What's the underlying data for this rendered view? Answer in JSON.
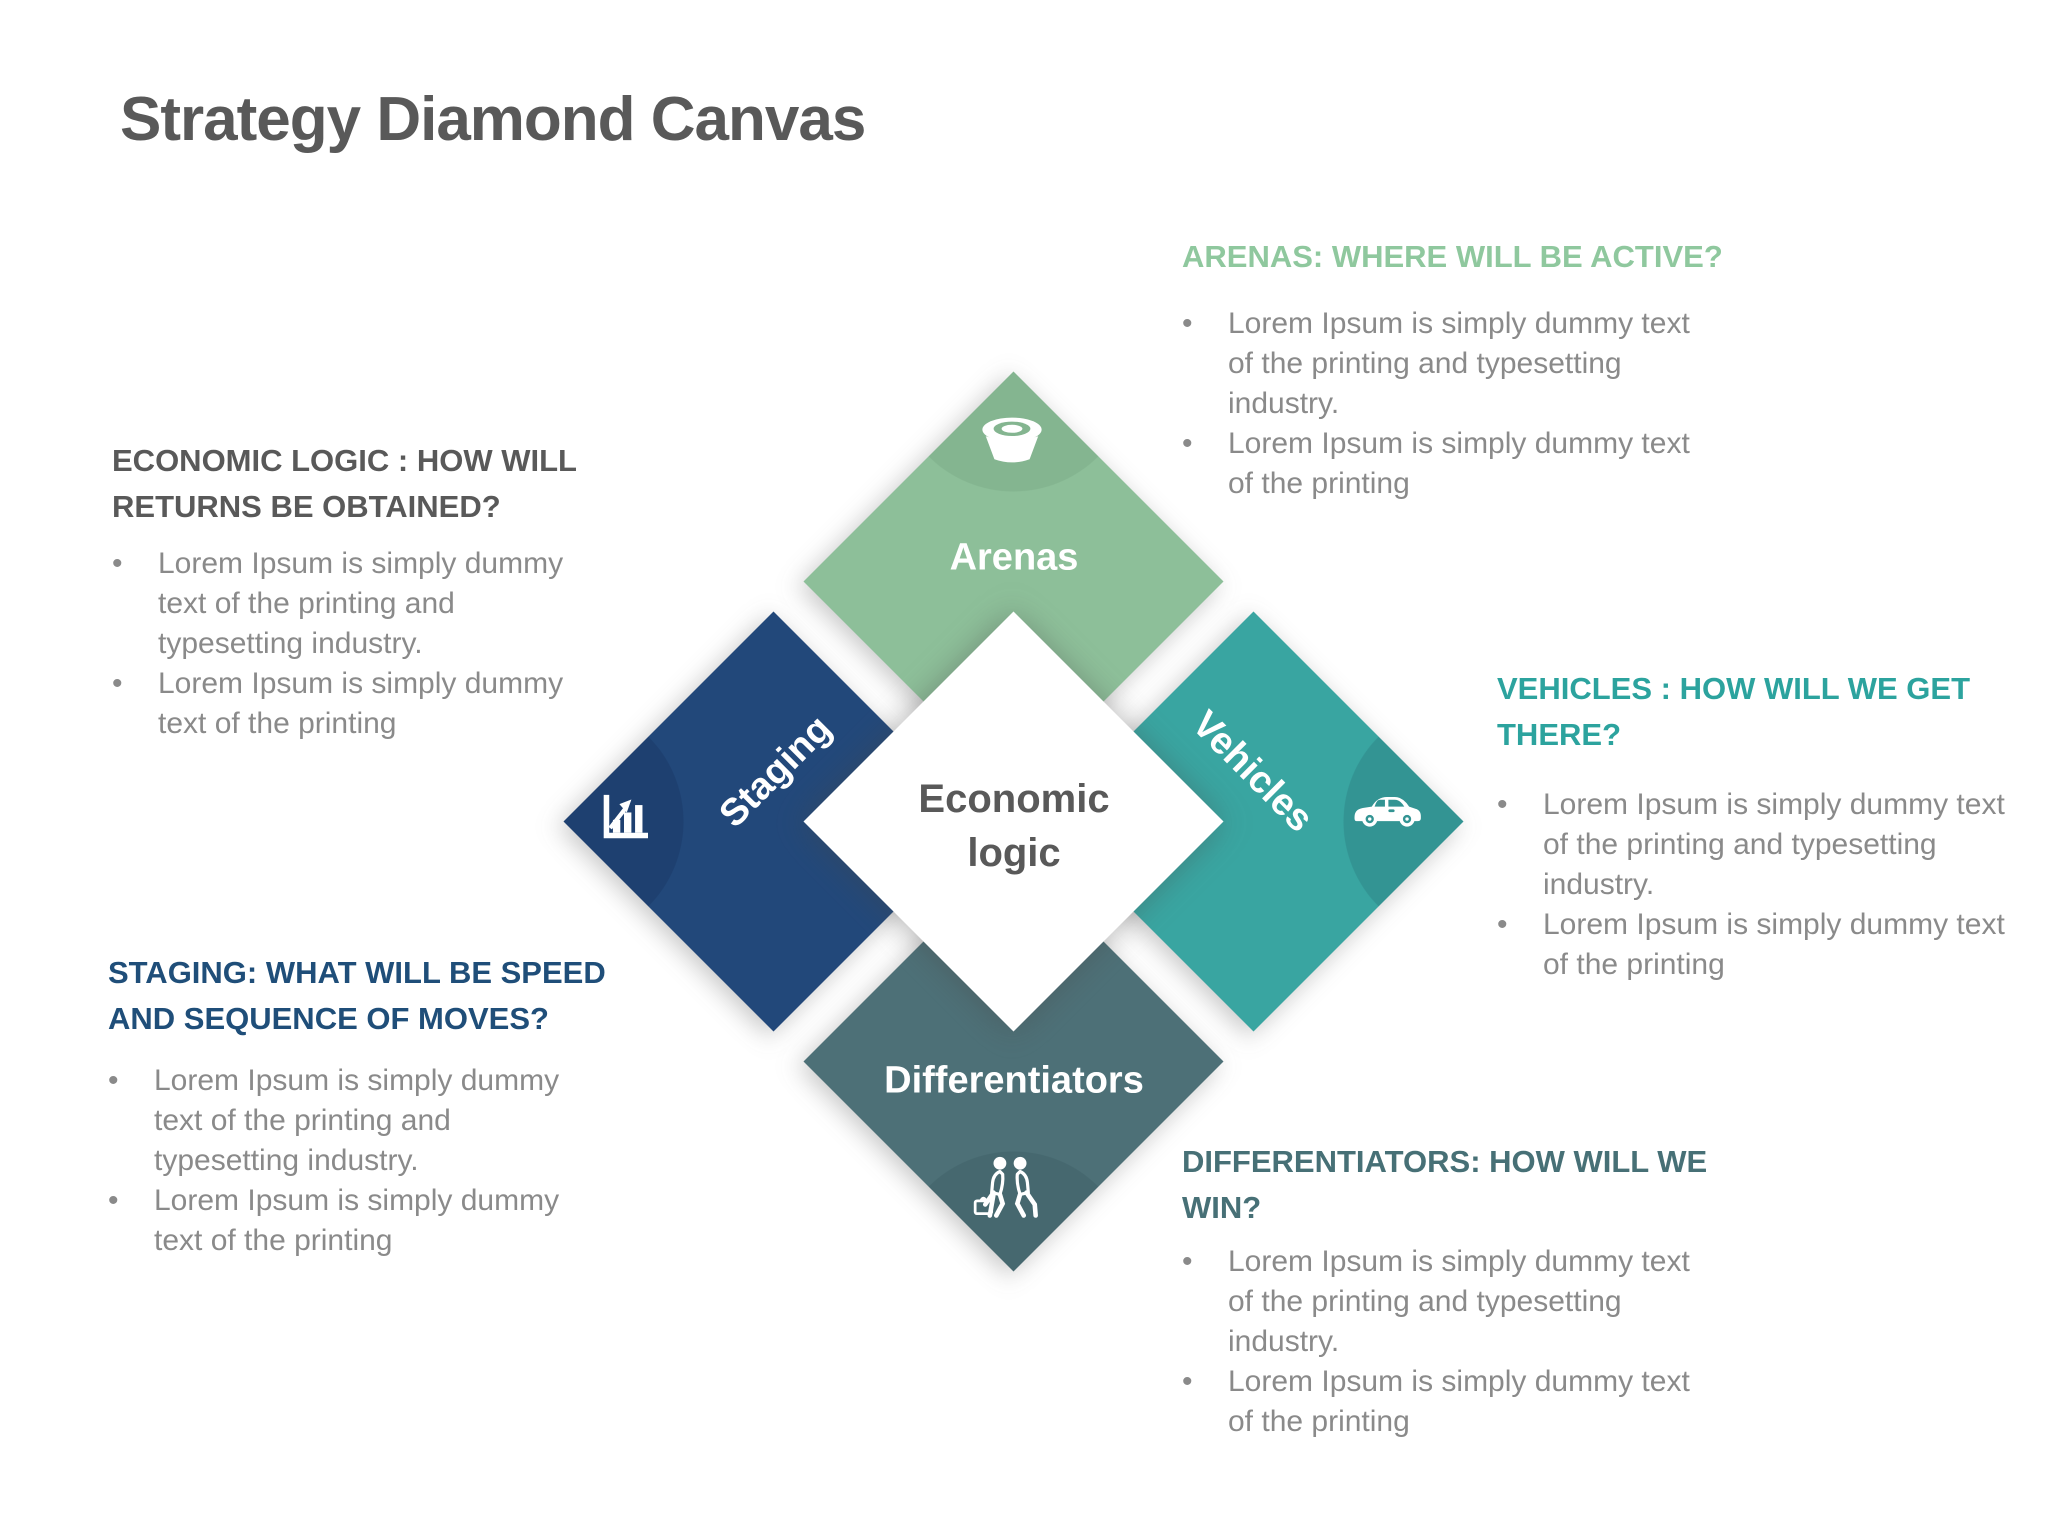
{
  "title": "Strategy Diamond Canvas",
  "bullet_glyph": "•",
  "diamond": {
    "center_label": "Economic\nlogic",
    "arenas_label": "Arenas",
    "staging_label": "Staging",
    "vehicles_label": "Vehicles",
    "differentiators_label": "Differentiators"
  },
  "sections": {
    "arenas": {
      "heading": "ARENAS: WHERE WILL BE ACTIVE?",
      "bullets": [
        "Lorem Ipsum is simply dummy text\nof the printing and typesetting\nindustry.",
        "Lorem Ipsum is simply dummy text\nof the printing"
      ]
    },
    "vehicles": {
      "heading": "VEHICLES : HOW WILL WE GET\nTHERE?",
      "bullets": [
        "Lorem Ipsum is simply dummy text\nof the printing and typesetting\nindustry.",
        "Lorem Ipsum is simply dummy text\nof the printing"
      ]
    },
    "differentiators": {
      "heading": "DIFFERENTIATORS: HOW WILL WE WIN?",
      "bullets": [
        "Lorem Ipsum is simply dummy text\nof the printing and typesetting\nindustry.",
        "Lorem Ipsum is simply dummy text\nof the printing"
      ]
    },
    "economic_logic": {
      "heading": "ECONOMIC LOGIC : HOW WILL\nRETURNS BE OBTAINED?",
      "bullets": [
        "Lorem Ipsum is simply dummy\ntext of the printing and\ntypesetting industry.",
        "Lorem Ipsum is simply dummy\ntext of the printing"
      ]
    },
    "staging": {
      "heading": "STAGING: WHAT WILL BE SPEED\nAND SEQUENCE OF MOVES?",
      "bullets": [
        "Lorem Ipsum is simply dummy\ntext of the printing and\ntypesetting industry.",
        "Lorem Ipsum is simply dummy\ntext of the printing"
      ]
    }
  },
  "icons": {
    "arenas": "arena-bowl-icon",
    "staging": "bar-chart-icon",
    "vehicles": "car-icon",
    "differentiators": "walking-people-icon"
  },
  "colors": {
    "arenas_fill": "#8DBF99",
    "arenas_dark": "#84B590",
    "staging_fill": "#22487A",
    "staging_dark": "#1E4070",
    "vehicles_fill": "#39A5A1",
    "vehicles_dark": "#339493",
    "differentiators_fill": "#4D7077",
    "differentiators_dark": "#46686F",
    "heading_gray": "#595959",
    "heading_green": "#8FC89E",
    "heading_teal": "#2CA39E",
    "heading_navy": "#1F4E79",
    "heading_slate": "#477076",
    "body_gray": "#8A8A8A",
    "background": "#FFFFFF"
  }
}
